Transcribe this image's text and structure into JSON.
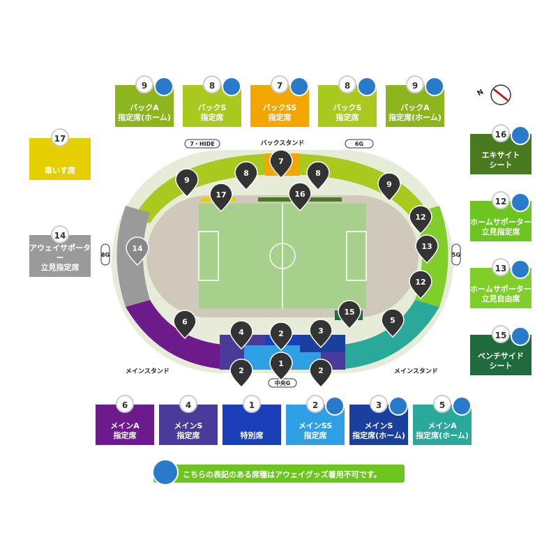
{
  "legend_top": [
    {
      "num": "9",
      "line1": "バックA",
      "line2": "指定席(ホーム)",
      "color": "#8db51e",
      "badge": true
    },
    {
      "num": "8",
      "line1": "バックS",
      "line2": "指定席",
      "color": "#a9c91f",
      "badge": true
    },
    {
      "num": "7",
      "line1": "バックSS",
      "line2": "指定席",
      "color": "#f2a600",
      "badge": true
    },
    {
      "num": "8",
      "line1": "バックS",
      "line2": "指定席",
      "color": "#a9c91f",
      "badge": true
    },
    {
      "num": "9",
      "line1": "バックA",
      "line2": "指定席(ホーム)",
      "color": "#8db51e",
      "badge": true
    }
  ],
  "legend_left": [
    {
      "num": "17",
      "line1": "車いす席",
      "line2": "",
      "color": "#e6cf00",
      "badge": false
    },
    {
      "num": "14",
      "line1": "アウェイサポーター",
      "line2": "立見指定席",
      "color": "#9a9a9a",
      "badge": false
    }
  ],
  "legend_right": [
    {
      "num": "16",
      "line1": "エキサイト",
      "line2": "シート",
      "color": "#4a7a1f",
      "badge": true
    },
    {
      "num": "12",
      "line1": "ホームサポーター",
      "line2": "立見指定席",
      "color": "#6cc61f",
      "badge": true
    },
    {
      "num": "13",
      "line1": "ホームサポーター",
      "line2": "立見自由席",
      "color": "#7fce2a",
      "badge": true
    },
    {
      "num": "15",
      "line1": "ベンチサイド",
      "line2": "シート",
      "color": "#1f6b3d",
      "badge": true
    }
  ],
  "legend_bottom": [
    {
      "num": "6",
      "line1": "メインA",
      "line2": "指定席",
      "color": "#6c1a8c",
      "badge": false
    },
    {
      "num": "4",
      "line1": "メインS",
      "line2": "指定席",
      "color": "#4a3a9a",
      "badge": false
    },
    {
      "num": "1",
      "line1": "特別席",
      "line2": "",
      "color": "#1a3fb8",
      "badge": false
    },
    {
      "num": "2",
      "line1": "メインSS",
      "line2": "指定席",
      "color": "#2fa0e6",
      "badge": true
    },
    {
      "num": "3",
      "line1": "メインS",
      "line2": "指定席(ホーム)",
      "color": "#1a3f9c",
      "badge": true
    },
    {
      "num": "5",
      "line1": "メインA",
      "line2": "指定席(ホーム)",
      "color": "#2aa89a",
      "badge": true
    }
  ],
  "stand_labels": {
    "back": "バックスタンド",
    "main_left": "メインスタンド",
    "main_right": "メインスタンド"
  },
  "gates": {
    "g7": "7・HIDE",
    "g6": "6G",
    "g8": "8G",
    "g5": "5G",
    "center": "中央G"
  },
  "pins": [
    "9",
    "8",
    "7",
    "8",
    "9",
    "17",
    "16",
    "12",
    "14",
    "13",
    "12",
    "15",
    "6",
    "4",
    "2",
    "3",
    "5",
    "2",
    "1",
    "2"
  ],
  "notice": "こちらの表記のある席種はアウェイグッズ着用不可です。",
  "colors": {
    "pitch": "#a8d08d",
    "track": "#cfc9bb",
    "pin": "#333333"
  },
  "compass_label": "N"
}
